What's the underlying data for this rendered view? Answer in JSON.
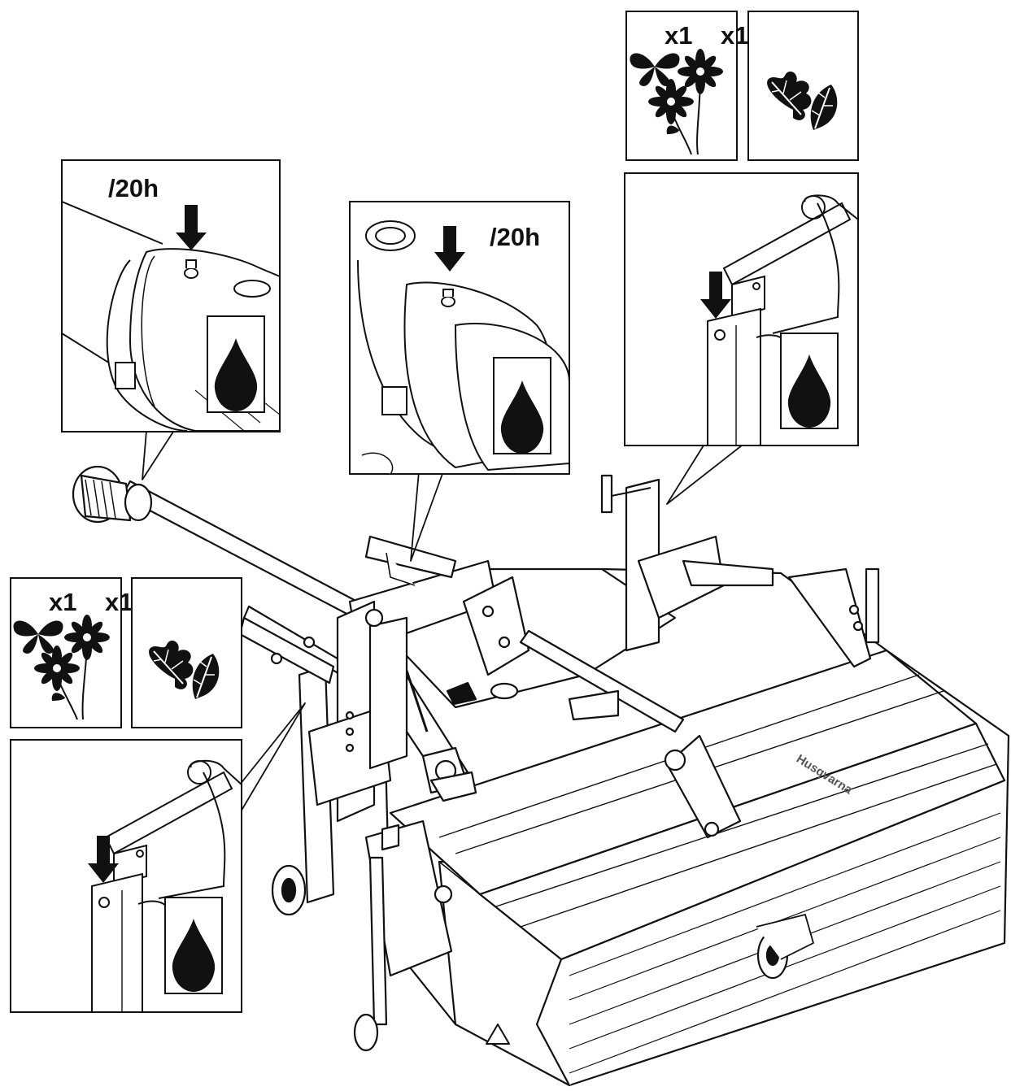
{
  "figure": {
    "callout_interval_label": "/20h",
    "quantity_label": "x1",
    "brand_label": "Husqvarna",
    "icons": [
      "oil-drop-icon",
      "flower-icon",
      "leaf-icon",
      "arrow-down-icon",
      "warning-triangle-icon"
    ],
    "colors": {
      "line": "#111111",
      "fill": "#ffffff",
      "panel": "#f2f2f2"
    }
  },
  "callouts": {
    "left_grease": {
      "interval": "/20h"
    },
    "center_grease": {
      "interval": "/20h"
    }
  },
  "top_right_panel": {
    "qty_flower": "x1",
    "qty_leaf": "x1"
  },
  "left_panel": {
    "qty_flower": "x1",
    "qty_leaf": "x1"
  }
}
